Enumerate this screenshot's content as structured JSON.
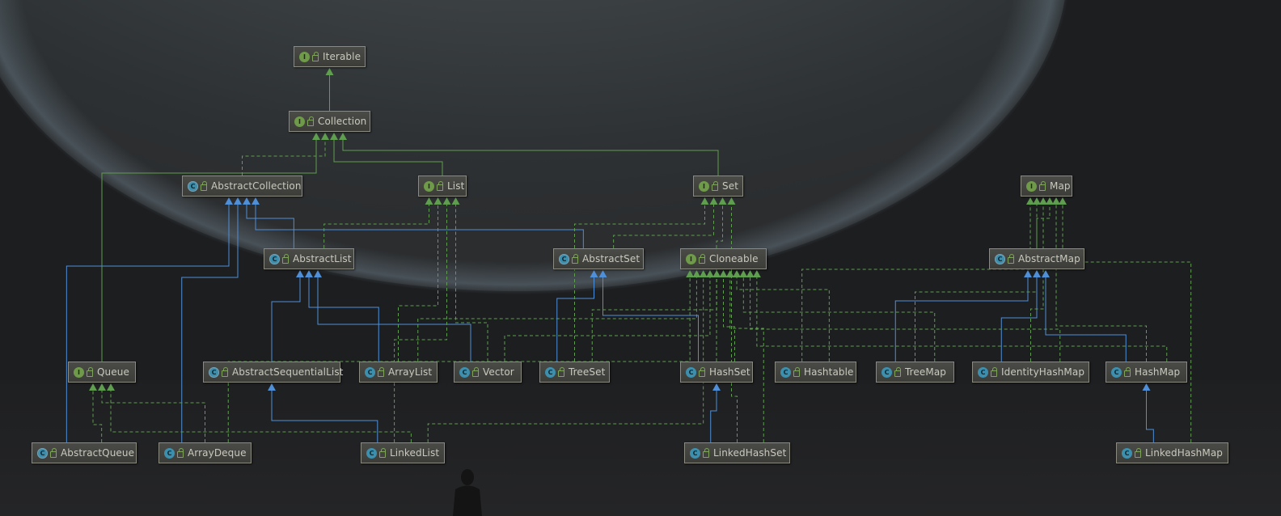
{
  "colors": {
    "background": "#232426",
    "implements_edge": "#5f9d4f",
    "extends_edge": "#4f8fd8",
    "node_fill": "#444541",
    "node_border": "#8a8a80",
    "node_text": "#c9c9bd"
  },
  "legend": {
    "interface_marker": "I",
    "class_marker": "C"
  },
  "nodes": [
    {
      "id": "Iterable",
      "kind": "interface",
      "label": "Iterable"
    },
    {
      "id": "Collection",
      "kind": "interface",
      "label": "Collection"
    },
    {
      "id": "AbstractCollection",
      "kind": "abstract-class",
      "label": "AbstractCollection"
    },
    {
      "id": "List",
      "kind": "interface",
      "label": "List"
    },
    {
      "id": "Set",
      "kind": "interface",
      "label": "Set"
    },
    {
      "id": "Map",
      "kind": "interface",
      "label": "Map"
    },
    {
      "id": "AbstractList",
      "kind": "abstract-class",
      "label": "AbstractList"
    },
    {
      "id": "AbstractSet",
      "kind": "abstract-class",
      "label": "AbstractSet"
    },
    {
      "id": "Cloneable",
      "kind": "interface",
      "label": "Cloneable"
    },
    {
      "id": "AbstractMap",
      "kind": "abstract-class",
      "label": "AbstractMap"
    },
    {
      "id": "Queue",
      "kind": "interface",
      "label": "Queue"
    },
    {
      "id": "AbstractSequentialList",
      "kind": "abstract-class",
      "label": "AbstractSequentialList"
    },
    {
      "id": "ArrayList",
      "kind": "class",
      "label": "ArrayList"
    },
    {
      "id": "Vector",
      "kind": "class",
      "label": "Vector"
    },
    {
      "id": "TreeSet",
      "kind": "class",
      "label": "TreeSet"
    },
    {
      "id": "HashSet",
      "kind": "class",
      "label": "HashSet"
    },
    {
      "id": "Hashtable",
      "kind": "class",
      "label": "Hashtable"
    },
    {
      "id": "TreeMap",
      "kind": "class",
      "label": "TreeMap"
    },
    {
      "id": "IdentityHashMap",
      "kind": "class",
      "label": "IdentityHashMap"
    },
    {
      "id": "HashMap",
      "kind": "class",
      "label": "HashMap"
    },
    {
      "id": "AbstractQueue",
      "kind": "abstract-class",
      "label": "AbstractQueue"
    },
    {
      "id": "ArrayDeque",
      "kind": "class",
      "label": "ArrayDeque"
    },
    {
      "id": "LinkedList",
      "kind": "class",
      "label": "LinkedList"
    },
    {
      "id": "LinkedHashSet",
      "kind": "class",
      "label": "LinkedHashSet"
    },
    {
      "id": "LinkedHashMap",
      "kind": "class",
      "label": "LinkedHashMap"
    }
  ],
  "edges": [
    {
      "from": "Collection",
      "to": "Iterable",
      "type": "extends-interface"
    },
    {
      "from": "AbstractCollection",
      "to": "Collection",
      "type": "implements"
    },
    {
      "from": "List",
      "to": "Collection",
      "type": "extends-interface"
    },
    {
      "from": "Set",
      "to": "Collection",
      "type": "extends-interface"
    },
    {
      "from": "Queue",
      "to": "Collection",
      "type": "extends-interface"
    },
    {
      "from": "AbstractList",
      "to": "AbstractCollection",
      "type": "extends"
    },
    {
      "from": "AbstractList",
      "to": "List",
      "type": "implements"
    },
    {
      "from": "AbstractSet",
      "to": "AbstractCollection",
      "type": "extends"
    },
    {
      "from": "AbstractSet",
      "to": "Set",
      "type": "implements"
    },
    {
      "from": "AbstractQueue",
      "to": "AbstractCollection",
      "type": "extends"
    },
    {
      "from": "AbstractQueue",
      "to": "Queue",
      "type": "implements"
    },
    {
      "from": "ArrayDeque",
      "to": "AbstractCollection",
      "type": "extends"
    },
    {
      "from": "ArrayDeque",
      "to": "Queue",
      "type": "implements"
    },
    {
      "from": "ArrayDeque",
      "to": "Cloneable",
      "type": "implements"
    },
    {
      "from": "AbstractSequentialList",
      "to": "AbstractList",
      "type": "extends"
    },
    {
      "from": "ArrayList",
      "to": "AbstractList",
      "type": "extends"
    },
    {
      "from": "ArrayList",
      "to": "List",
      "type": "implements"
    },
    {
      "from": "ArrayList",
      "to": "Cloneable",
      "type": "implements"
    },
    {
      "from": "Vector",
      "to": "AbstractList",
      "type": "extends"
    },
    {
      "from": "Vector",
      "to": "List",
      "type": "implements"
    },
    {
      "from": "Vector",
      "to": "Cloneable",
      "type": "implements"
    },
    {
      "from": "LinkedList",
      "to": "AbstractSequentialList",
      "type": "extends"
    },
    {
      "from": "LinkedList",
      "to": "List",
      "type": "implements"
    },
    {
      "from": "LinkedList",
      "to": "Queue",
      "type": "implements"
    },
    {
      "from": "LinkedList",
      "to": "Cloneable",
      "type": "implements"
    },
    {
      "from": "TreeSet",
      "to": "AbstractSet",
      "type": "extends"
    },
    {
      "from": "TreeSet",
      "to": "Set",
      "type": "implements"
    },
    {
      "from": "TreeSet",
      "to": "Cloneable",
      "type": "implements"
    },
    {
      "from": "HashSet",
      "to": "AbstractSet",
      "type": "extends"
    },
    {
      "from": "HashSet",
      "to": "Set",
      "type": "implements"
    },
    {
      "from": "HashSet",
      "to": "Cloneable",
      "type": "implements"
    },
    {
      "from": "LinkedHashSet",
      "to": "HashSet",
      "type": "extends"
    },
    {
      "from": "LinkedHashSet",
      "to": "Set",
      "type": "implements"
    },
    {
      "from": "LinkedHashSet",
      "to": "Cloneable",
      "type": "implements"
    },
    {
      "from": "Hashtable",
      "to": "Map",
      "type": "implements"
    },
    {
      "from": "Hashtable",
      "to": "Cloneable",
      "type": "implements"
    },
    {
      "from": "AbstractMap",
      "to": "Map",
      "type": "implements"
    },
    {
      "from": "TreeMap",
      "to": "AbstractMap",
      "type": "extends"
    },
    {
      "from": "TreeMap",
      "to": "Map",
      "type": "implements"
    },
    {
      "from": "TreeMap",
      "to": "Cloneable",
      "type": "implements"
    },
    {
      "from": "IdentityHashMap",
      "to": "AbstractMap",
      "type": "extends"
    },
    {
      "from": "IdentityHashMap",
      "to": "Map",
      "type": "implements"
    },
    {
      "from": "IdentityHashMap",
      "to": "Cloneable",
      "type": "implements"
    },
    {
      "from": "HashMap",
      "to": "AbstractMap",
      "type": "extends"
    },
    {
      "from": "HashMap",
      "to": "Map",
      "type": "implements"
    },
    {
      "from": "HashMap",
      "to": "Cloneable",
      "type": "implements"
    },
    {
      "from": "LinkedHashMap",
      "to": "HashMap",
      "type": "extends"
    },
    {
      "from": "LinkedHashMap",
      "to": "Map",
      "type": "implements"
    }
  ]
}
